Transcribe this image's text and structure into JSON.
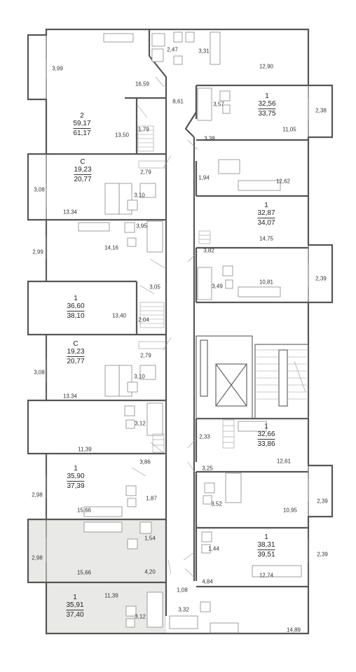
{
  "unit_tags": [
    {
      "rooms": "2",
      "living": "59,17",
      "total": "61,17"
    },
    {
      "rooms": "1",
      "living": "32,56",
      "total": "33,75"
    },
    {
      "rooms": "C",
      "living": "19,23",
      "total": "20,77"
    },
    {
      "rooms": "1",
      "living": "32,87",
      "total": "34,07"
    },
    {
      "rooms": "1",
      "living": "36,60",
      "total": "38,10"
    },
    {
      "rooms": "C",
      "living": "19,23",
      "total": "20,77"
    },
    {
      "rooms": "1",
      "living": "32,66",
      "total": "33,86"
    },
    {
      "rooms": "1",
      "living": "35,90",
      "total": "37,39"
    },
    {
      "rooms": "1",
      "living": "38,31",
      "total": "39,51"
    },
    {
      "rooms": "1",
      "living": "35,91",
      "total": "37,40"
    }
  ],
  "room_areas": [
    "3,99",
    "2,47",
    "3,31",
    "12,90",
    "16,59",
    "8,61",
    "3,57",
    "2,38",
    "11,05",
    "13,50",
    "1,79",
    "3,38",
    "2,79",
    "1,94",
    "12,62",
    "3,08",
    "3,10",
    "13,34",
    "14,75",
    "3,95",
    "2,99",
    "14,16",
    "3,82",
    "3,49",
    "2,39",
    "10,81",
    "3,05",
    "13,40",
    "2,04",
    "2,79",
    "3,08",
    "3,10",
    "13.34",
    "3,12",
    "2,33",
    "12,61",
    "11,39",
    "3,86",
    "3,25",
    "2,98",
    "1,87",
    "3,52",
    "2,39",
    "15,66",
    "10,95",
    "1,54",
    "1,44",
    "2,98",
    "15,66",
    "4,20",
    "2,39",
    "4,84",
    "12,74",
    "1,08",
    "11,39",
    "3,32",
    "3,12",
    "14,89"
  ]
}
